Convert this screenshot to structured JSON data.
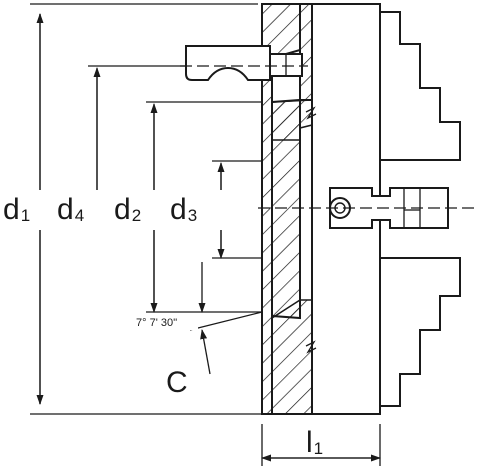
{
  "labels": {
    "d1": {
      "main": "d",
      "sub": "1"
    },
    "d4": {
      "main": "d",
      "sub": "4"
    },
    "d2": {
      "main": "d",
      "sub": "2"
    },
    "d3": {
      "main": "d",
      "sub": "3"
    },
    "l1": {
      "main": "l",
      "sub": "1"
    },
    "angle": "7° 7' 30''",
    "c": "C"
  }
}
